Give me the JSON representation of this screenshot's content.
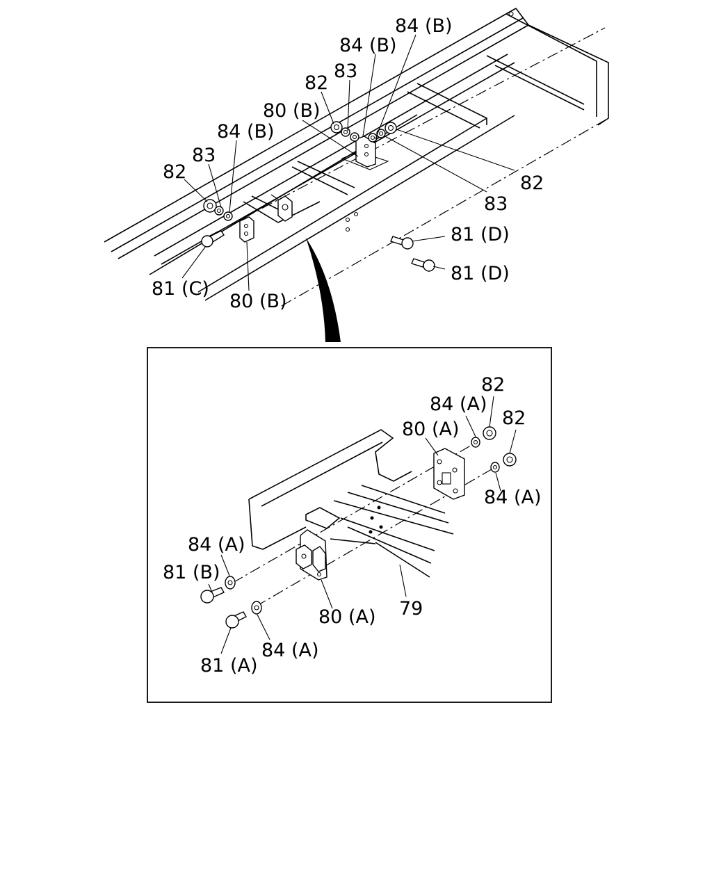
{
  "labels": {
    "top": {
      "l_84b_1": "84 (B)",
      "l_84b_2": "84 (B)",
      "l_83_1": "83",
      "l_82_1": "82",
      "l_80b_1": "80 (B)",
      "l_84b_3": "84 (B)",
      "l_83_2": "83",
      "l_82_2": "82",
      "l_82_3": "82",
      "l_83_3": "83",
      "l_81d_1": "81 (D)",
      "l_81d_2": "81 (D)",
      "l_81c": "81 (C)",
      "l_80b_2": "80 (B)"
    },
    "inset": {
      "l_82_a": "82",
      "l_84a_1": "84 (A)",
      "l_82_b": "82",
      "l_80a_1": "80 (A)",
      "l_84a_2": "84 (A)",
      "l_84a_3": "84 (A)",
      "l_81b": "81 (B)",
      "l_80a_2": "80 (A)",
      "l_79": "79",
      "l_84a_4": "84 (A)",
      "l_81a": "81 (A)"
    }
  }
}
